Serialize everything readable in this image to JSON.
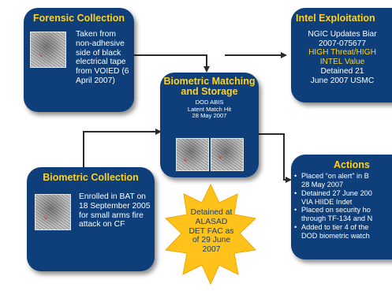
{
  "forensic": {
    "title": "Forensic Collection",
    "text": "Taken from non-adhesive side of black electrical tape from VOIED (6 April 2007)"
  },
  "intel": {
    "title": "Intel Exploitation",
    "line1": "NGIC Updates Biar",
    "line2": "2007-075677",
    "line3": "HIGH Threat/HIGH",
    "line4": "INTEL Value",
    "line5": "Detained 21",
    "line6": "June 2007 USMC"
  },
  "matching": {
    "title_line1": "Biometric Matching",
    "title_line2": "and Storage",
    "sub1": "DOD ABIS",
    "sub2": "Latent Match Hit",
    "sub3": "28 May 2007"
  },
  "collection": {
    "title": "Biometric Collection",
    "text": "Enrolled in BAT on 18 September 2005 for small arms fire attack on CF"
  },
  "actions": {
    "title": "Actions",
    "items": [
      "Placed “on alert” in B",
      "28 May 2007",
      "Detained 27 June 200",
      "VIA HIIDE Indet",
      "Placed on security ho",
      "through TF-134 and N",
      "Added to tier 4 of the",
      "DOD biometric watch"
    ]
  },
  "star": {
    "text": "Detained at ALASAD DET FAC as of 29 June 2007"
  },
  "colors": {
    "box_bg": "#0e3f7a",
    "title": "#ffd21f",
    "star": "#ffc21a",
    "star_text": "#0e3f7a",
    "connector": "#2a2a2a"
  }
}
